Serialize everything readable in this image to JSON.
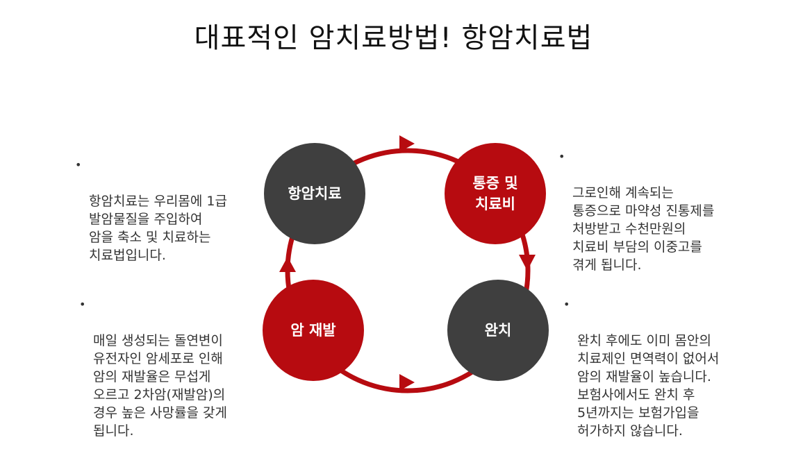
{
  "title": "대표적인 암치료방법! 항암치료법",
  "colors": {
    "dark_node": "#3f3f3f",
    "red_node": "#b70b10",
    "ring": "#b70b10"
  },
  "nodes": {
    "chemo": "항암치료",
    "pain": "통증 및\n치료비",
    "cure": "완치",
    "relapse": "암 재발"
  },
  "descriptions": {
    "bullet": "•",
    "chemo": "항암치료는 우리몸에 1급\n발암물질을 주입하여\n암을 축소 및 치료하는\n치료법입니다.",
    "pain": "그로인해 계속되는\n통증으로 마약성 진통제를\n처방받고 수천만원의\n치료비 부담의 이중고를\n겪게 됩니다.",
    "cure": "완치 후에도 이미 몸안의\n치료제인 면역력이 없어서\n암의 재발율이 높습니다.\n보험사에서도 완치 후\n5년까지는 보험가입을\n허가하지 않습니다.",
    "relapse": "매일 생성되는 돌연변이\n유전자인 암세포로 인해\n암의 재발율은 무섭게\n오르고 2차암(재발암)의\n경우 높은 사망률을 갖게\n됩니다."
  }
}
